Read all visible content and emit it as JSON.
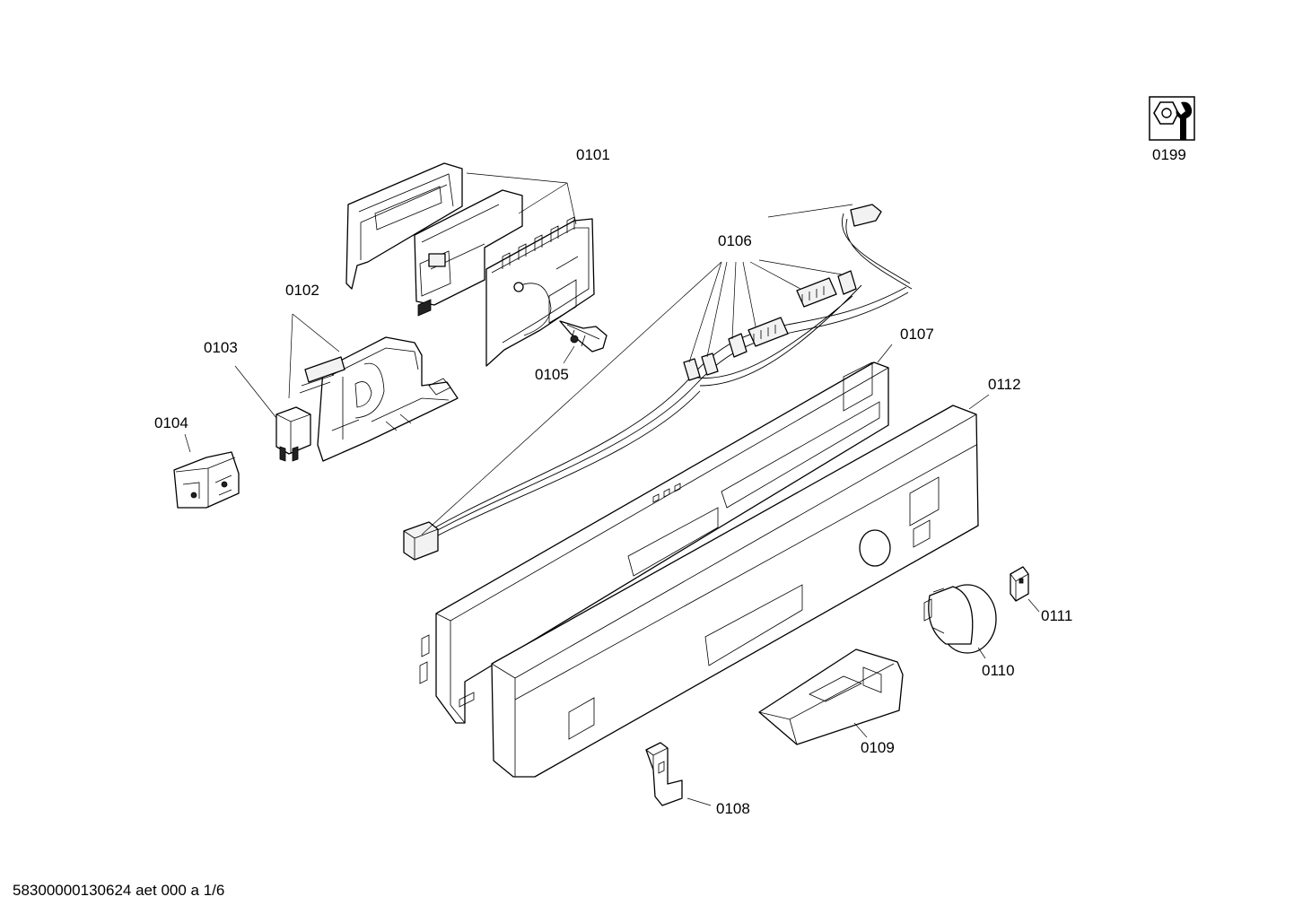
{
  "callouts": [
    {
      "id": "p0101",
      "text": "0101"
    },
    {
      "id": "p0102",
      "text": "0102"
    },
    {
      "id": "p0103",
      "text": "0103"
    },
    {
      "id": "p0104",
      "text": "0104"
    },
    {
      "id": "p0105",
      "text": "0105"
    },
    {
      "id": "p0106",
      "text": "0106"
    },
    {
      "id": "p0107",
      "text": "0107"
    },
    {
      "id": "p0108",
      "text": "0108"
    },
    {
      "id": "p0109",
      "text": "0109"
    },
    {
      "id": "p0110",
      "text": "0110"
    },
    {
      "id": "p0111",
      "text": "0111"
    },
    {
      "id": "p0112",
      "text": "0112"
    },
    {
      "id": "p0199",
      "text": "0199"
    }
  ],
  "footer": {
    "text": "58300000130624 aet 000 a 1/6"
  },
  "icons": {
    "service_tool": "nut-and-wrench-icon"
  }
}
